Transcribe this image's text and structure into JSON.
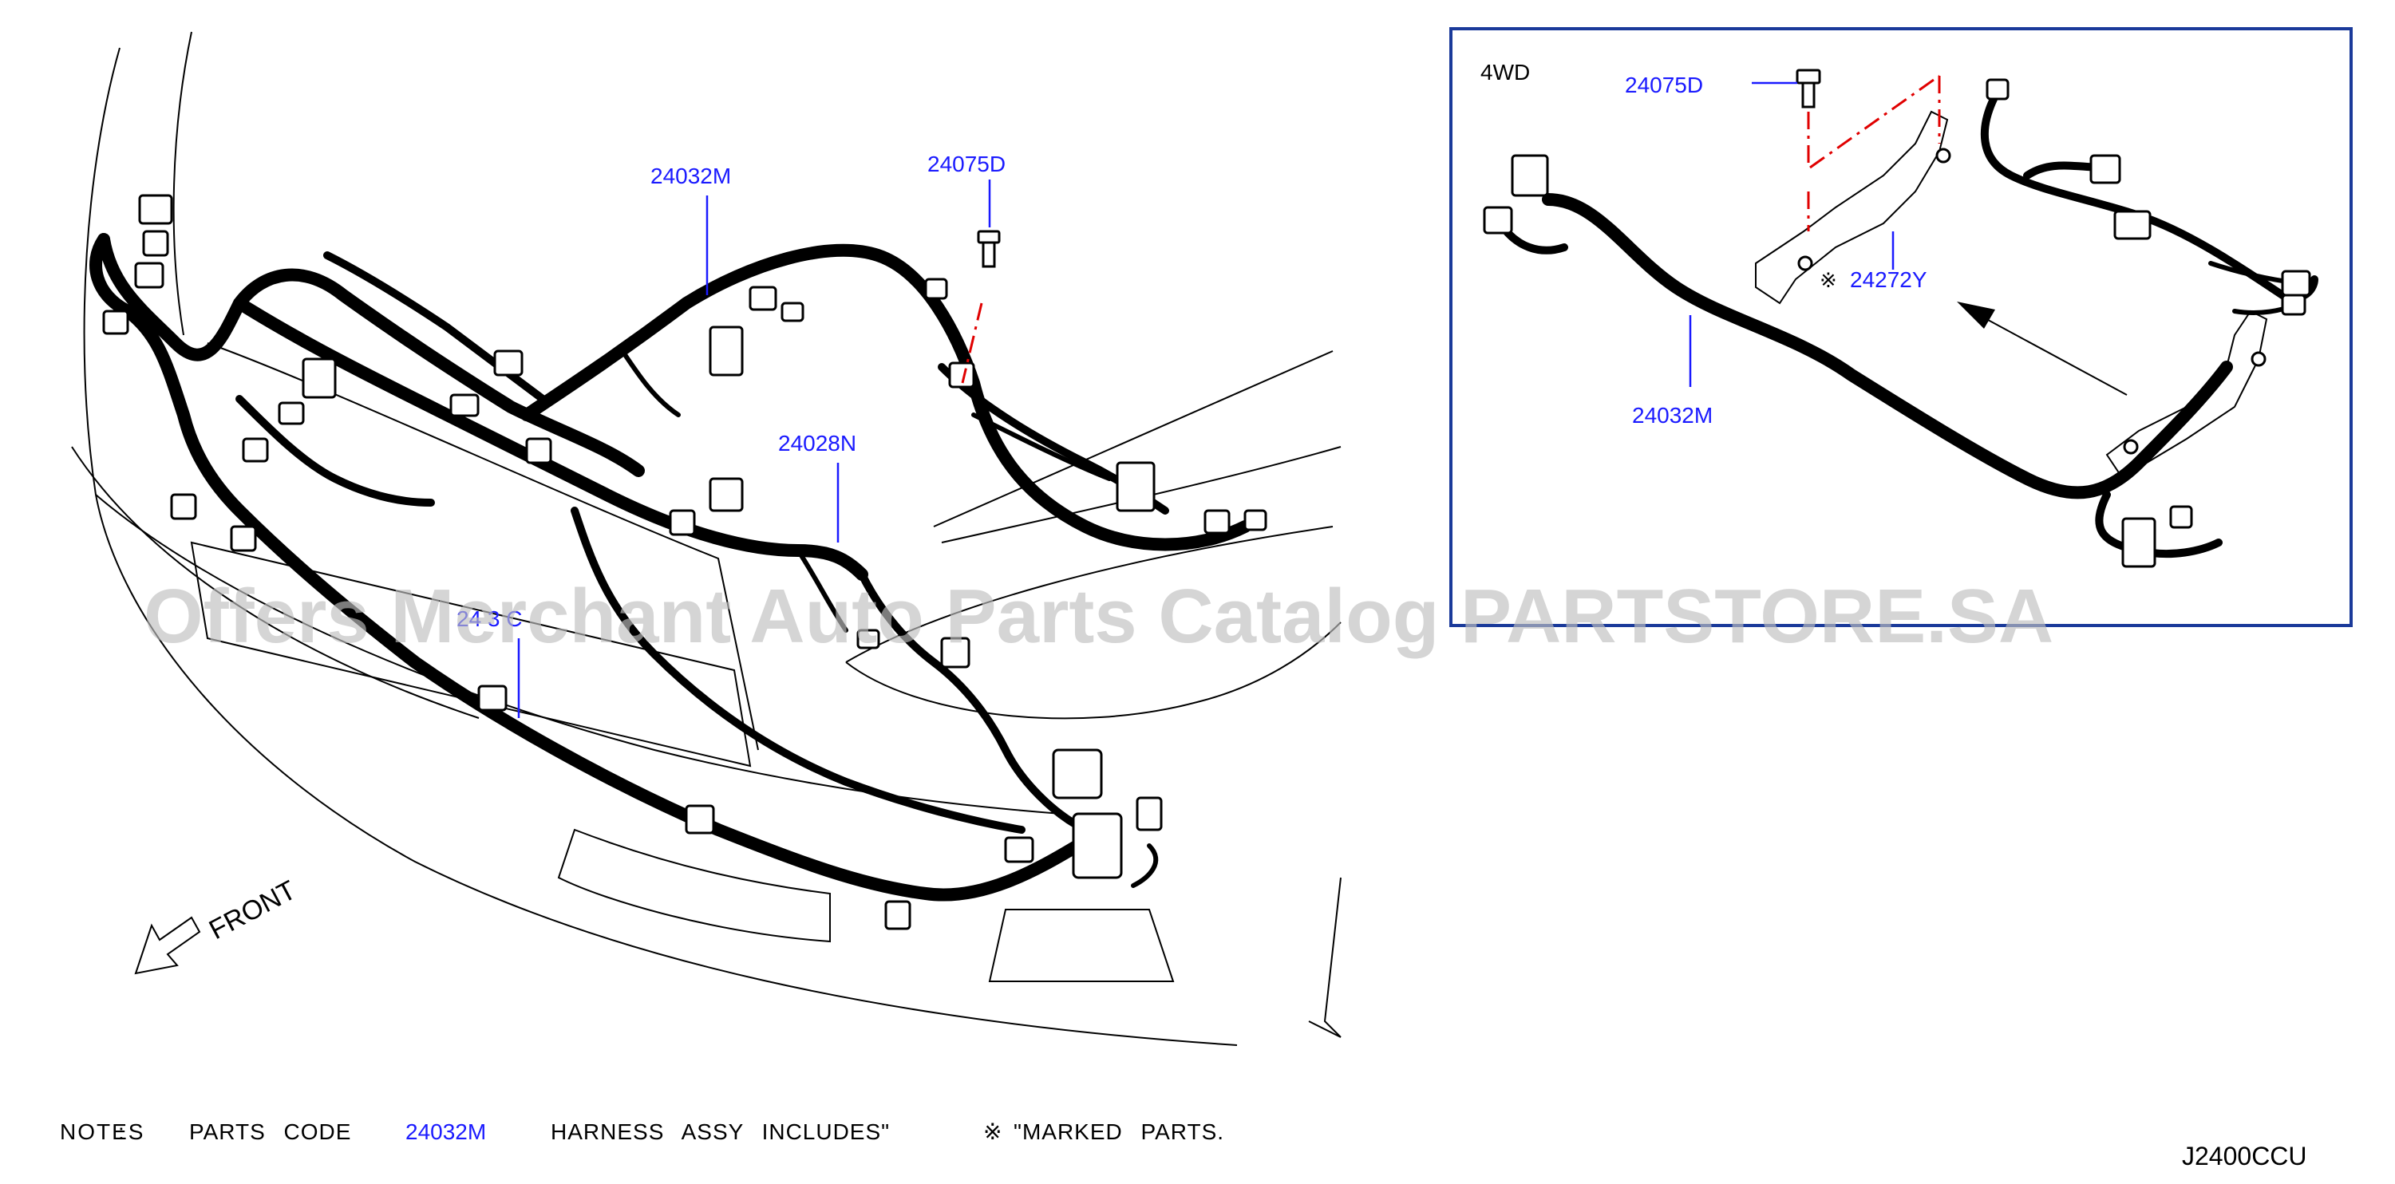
{
  "callouts": {
    "main_24032M": "24032M",
    "main_24075D": "24075D",
    "main_24028N": "24028N",
    "main_partial": "24 3 C",
    "inset_24075D": "24075D",
    "inset_24272Y": "24272Y",
    "inset_24032M": "24032M"
  },
  "inset": {
    "label": "4WD",
    "marked_symbol": "※",
    "border_color": "#1a3a9a"
  },
  "front_label": "FRONT",
  "notes": {
    "prefix": "NOTES",
    "colon": ":",
    "parts_code": "PARTS CODE",
    "code": "24032M",
    "harness_text": "HARNESS ASSY INCLUDES\"",
    "marked_symbol": "※",
    "marked_text": "\"MARKED PARTS."
  },
  "diagram_code": "J2400CCU",
  "watermark": "Offers Merchant Auto Parts Catalog PARTSTORE.SA",
  "colors": {
    "callout": "#1a1aff",
    "leader_dash": "#e00000",
    "watermark": "#bfbfbf"
  }
}
